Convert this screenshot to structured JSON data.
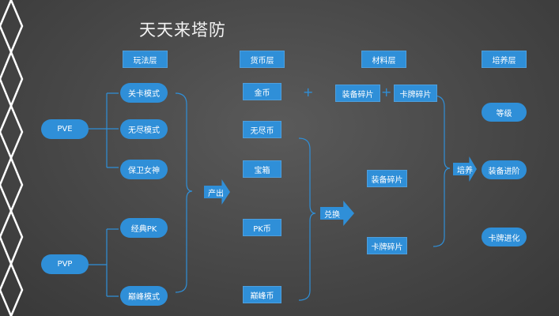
{
  "title": "天天来塔防",
  "headers": {
    "gameplay": "玩法层",
    "currency": "货币层",
    "material": "材料层",
    "growth": "培养层"
  },
  "modes": {
    "pve": "PVE",
    "pvp": "PVP"
  },
  "pve_items": [
    "关卡模式",
    "无尽模式",
    "保卫女神"
  ],
  "pvp_items": [
    "经典PK",
    "巅峰模式"
  ],
  "actions": {
    "produce": "产出",
    "exchange": "兑换",
    "cultivate": "培养"
  },
  "currency_items": [
    "金币",
    "无尽币",
    "宝箱",
    "PK币",
    "巅峰币"
  ],
  "materials_top": [
    "装备碎片",
    "卡牌碎片"
  ],
  "materials_mid": [
    "装备碎片",
    "卡牌碎片"
  ],
  "plus_symbol": "+",
  "growth_items": [
    "等级",
    "装备进阶",
    "卡牌进化"
  ],
  "colors": {
    "accent": "#2f8fd8",
    "line": "#2f8fd8",
    "text": "#ffffff"
  }
}
